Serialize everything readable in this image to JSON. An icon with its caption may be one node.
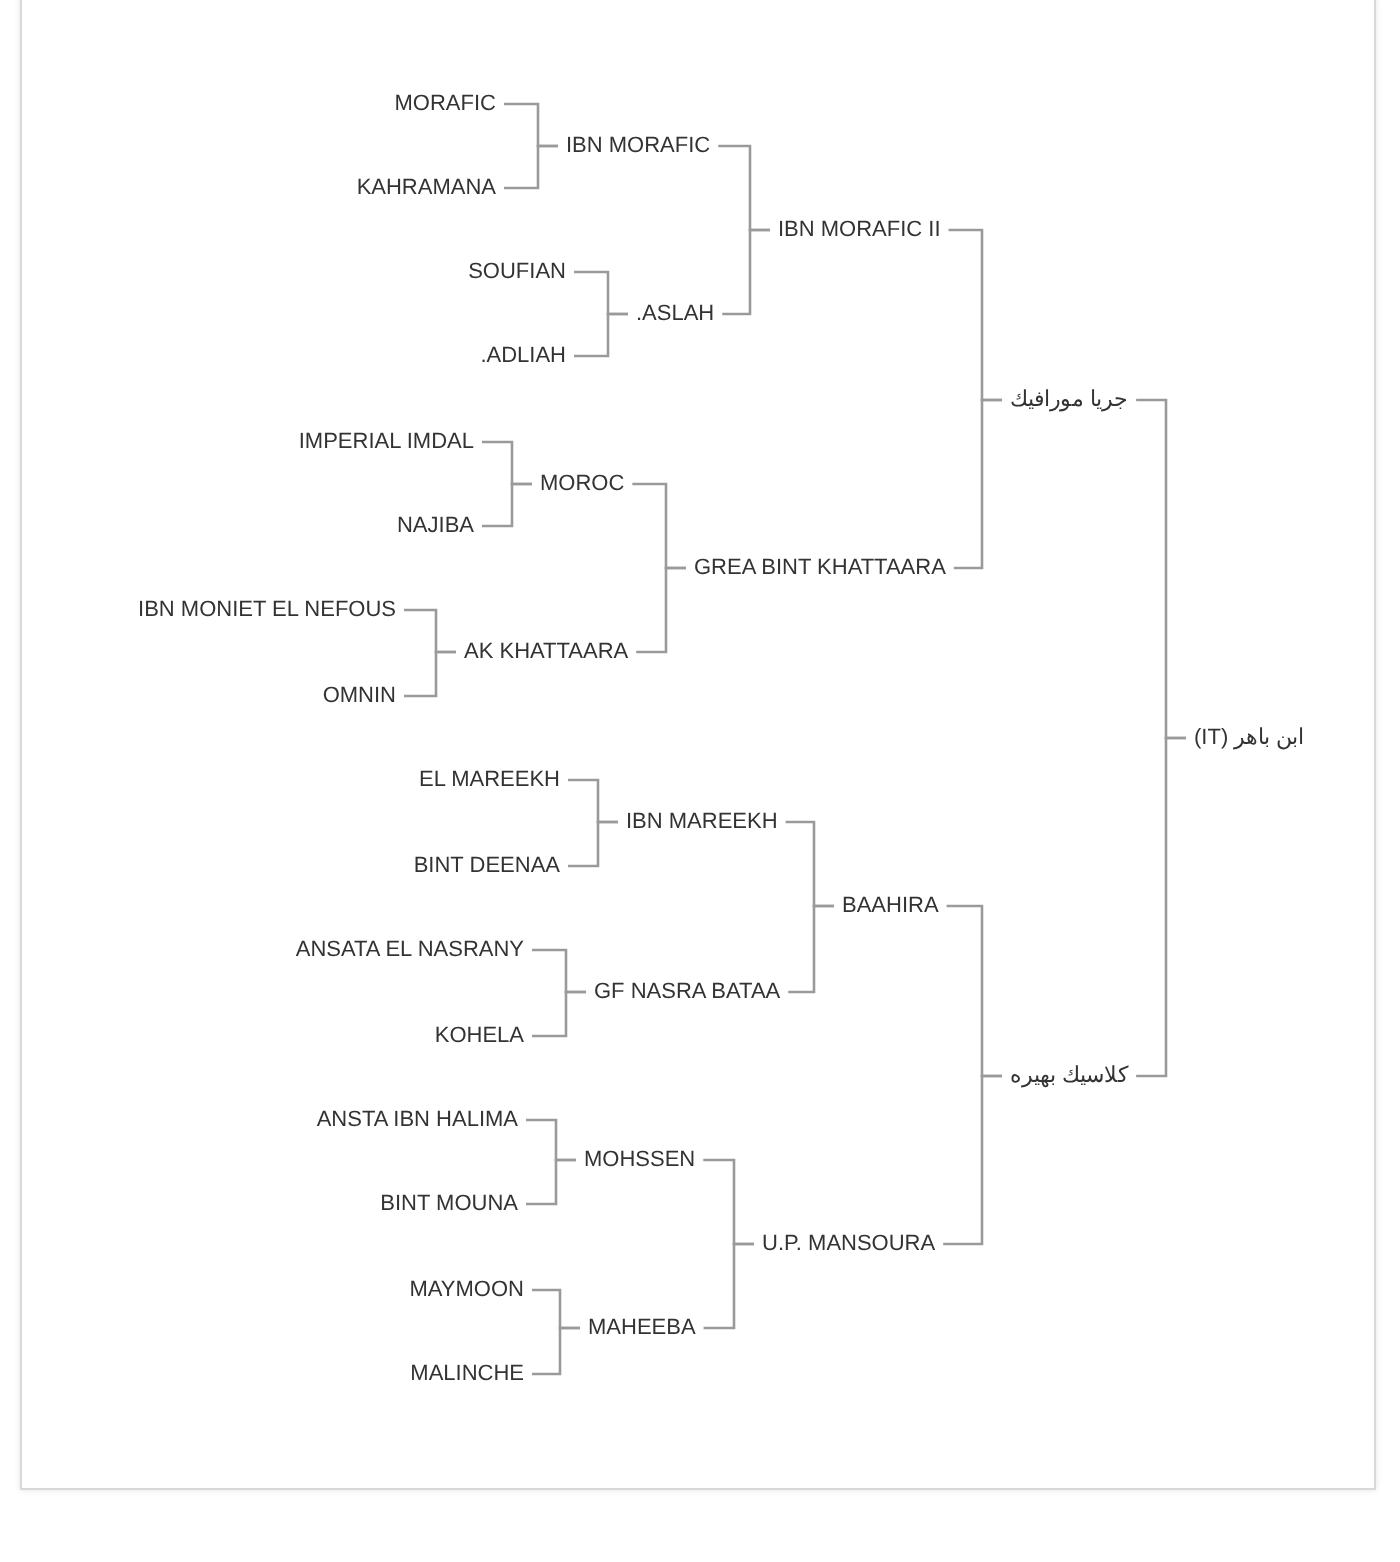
{
  "diagram": {
    "nodes": [
      {
        "text": [
          "MORAFIC"
        ]
      },
      {
        "text": [
          "IBN MORAFIC"
        ]
      },
      {
        "text": [
          "KAHRAMANA"
        ]
      },
      {
        "text": [
          "IBN MORAFIC II"
        ]
      },
      {
        "text": [
          "SOUFIAN"
        ]
      },
      {
        "text": [
          ".ASLAH"
        ]
      },
      {
        "text": [
          ".ADLIAH"
        ]
      },
      {
        "text": [
          "جريا مورافيك"
        ]
      },
      {
        "text": [
          "IMPERIAL IMDAL"
        ]
      },
      {
        "text": [
          "MOROC"
        ]
      },
      {
        "text": [
          "NAJIBA"
        ]
      },
      {
        "text": [
          "GREA BINT KHATTAARA"
        ]
      },
      {
        "text": [
          "IBN MONIET EL NEFOUS"
        ]
      },
      {
        "text": [
          "AK KHATTAARA"
        ]
      },
      {
        "text": [
          "OMNIN"
        ]
      },
      {
        "text": [
          "ابن باهر (IT)"
        ]
      },
      {
        "text": [
          "EL MAREEKH"
        ]
      },
      {
        "text": [
          "IBN MAREEKH"
        ]
      },
      {
        "text": [
          "BINT DEENAA"
        ]
      },
      {
        "text": [
          "BAAHIRA"
        ]
      },
      {
        "text": [
          "ANSATA EL NASRANY"
        ]
      },
      {
        "text": [
          "GF NASRA BATAA"
        ]
      },
      {
        "text": [
          "KOHELA"
        ]
      },
      {
        "text": [
          "كلاسيك بهيره"
        ]
      },
      {
        "text": [
          "ANSTA IBN HALIMA"
        ]
      },
      {
        "text": [
          "MOHSSEN"
        ]
      },
      {
        "text": [
          "BINT MOUNA"
        ]
      },
      {
        "text": [
          "U.P. MANSOURA"
        ]
      },
      {
        "text": [
          "MAYMOON"
        ]
      },
      {
        "text": [
          "MAHEEBA"
        ]
      },
      {
        "text": [
          "MALINCHE"
        ]
      }
    ],
    "edges": [
      {
        "from": 0,
        "to": 1,
        "arrow": "none"
      },
      {
        "from": 2,
        "to": 1,
        "arrow": "none"
      },
      {
        "from": 1,
        "to": 3,
        "arrow": "none"
      },
      {
        "from": 4,
        "to": 5,
        "arrow": "none"
      },
      {
        "from": 6,
        "to": 5,
        "arrow": "none"
      },
      {
        "from": 5,
        "to": 3,
        "arrow": "none"
      },
      {
        "from": 3,
        "to": 7,
        "arrow": "none"
      },
      {
        "from": 8,
        "to": 9,
        "arrow": "none"
      },
      {
        "from": 10,
        "to": 9,
        "arrow": "none"
      },
      {
        "from": 9,
        "to": 11,
        "arrow": "none"
      },
      {
        "from": 12,
        "to": 13,
        "arrow": "none"
      },
      {
        "from": 14,
        "to": 13,
        "arrow": "none"
      },
      {
        "from": 13,
        "to": 11,
        "arrow": "none"
      },
      {
        "from": 11,
        "to": 7,
        "arrow": "none"
      },
      {
        "from": 7,
        "to": 15,
        "arrow": "none"
      },
      {
        "from": 16,
        "to": 17,
        "arrow": "none"
      },
      {
        "from": 18,
        "to": 17,
        "arrow": "none"
      },
      {
        "from": 17,
        "to": 19,
        "arrow": "none"
      },
      {
        "from": 20,
        "to": 21,
        "arrow": "none"
      },
      {
        "from": 22,
        "to": 21,
        "arrow": "none"
      },
      {
        "from": 21,
        "to": 19,
        "arrow": "none"
      },
      {
        "from": 19,
        "to": 23,
        "arrow": "none"
      },
      {
        "from": 24,
        "to": 25,
        "arrow": "none"
      },
      {
        "from": 26,
        "to": 25,
        "arrow": "none"
      },
      {
        "from": 25,
        "to": 27,
        "arrow": "none"
      },
      {
        "from": 28,
        "to": 29,
        "arrow": "none"
      },
      {
        "from": 30,
        "to": 29,
        "arrow": "none"
      },
      {
        "from": 29,
        "to": 27,
        "arrow": "none"
      },
      {
        "from": 27,
        "to": 23,
        "arrow": "none"
      },
      {
        "from": 23,
        "to": 15,
        "arrow": "none"
      }
    ]
  }
}
